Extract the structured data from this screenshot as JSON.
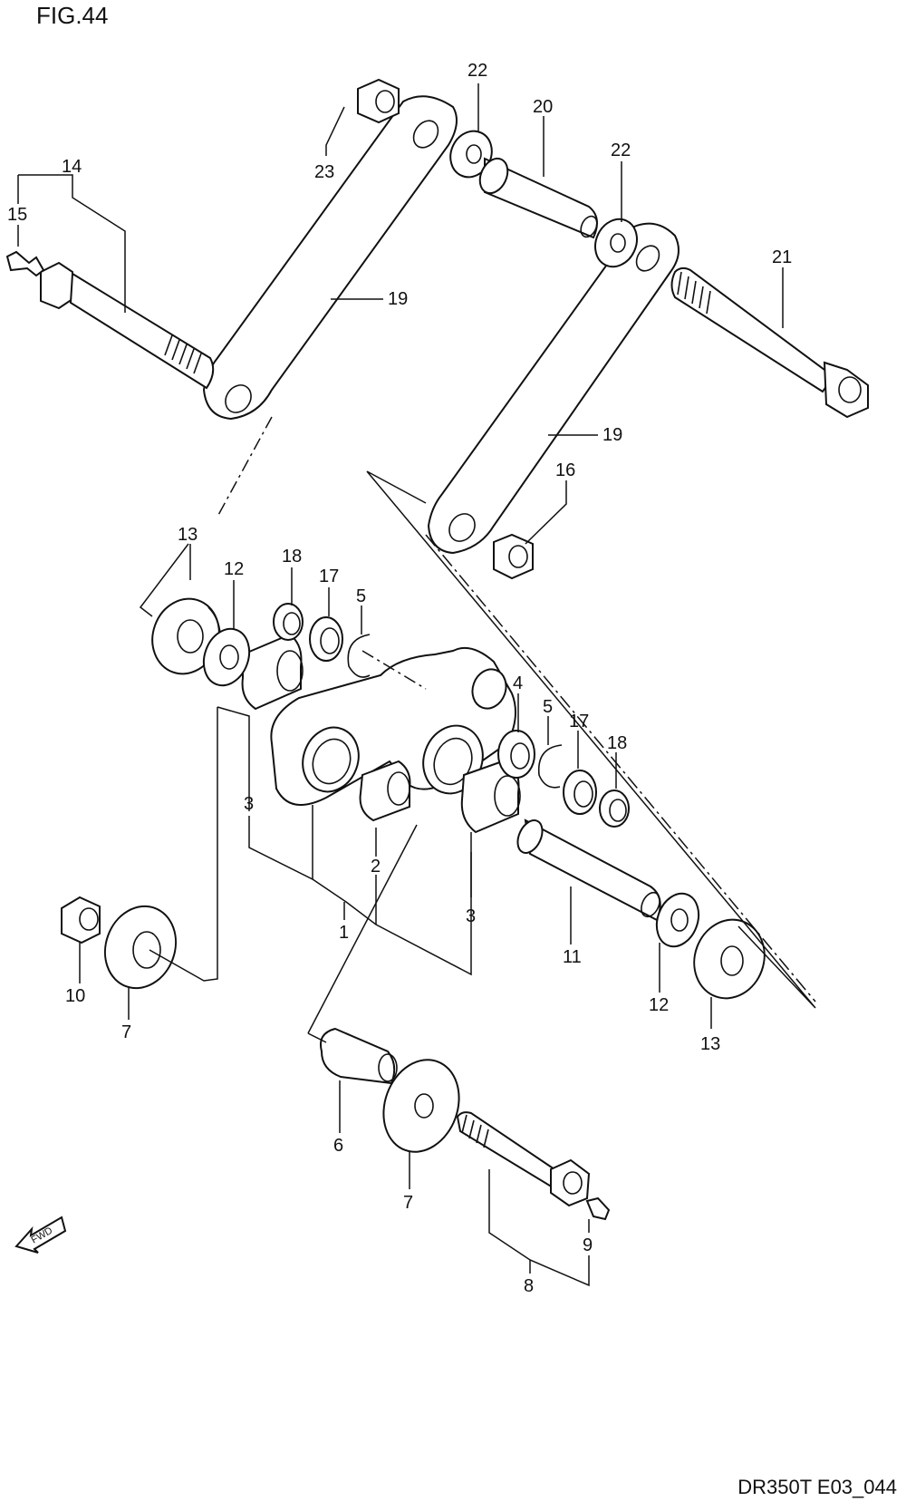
{
  "figure": {
    "title": "FIG.44",
    "code": "DR350T E03_044"
  },
  "fwd_label": "FWD",
  "labels": {
    "p1": "1",
    "p2": "2",
    "p3a": "3",
    "p3b": "3",
    "p4": "4",
    "p5a": "5",
    "p5b": "5",
    "p6": "6",
    "p7a": "7",
    "p7b": "7",
    "p8": "8",
    "p9": "9",
    "p10": "10",
    "p11": "11",
    "p12a": "12",
    "p12b": "12",
    "p13a": "13",
    "p13b": "13",
    "p14": "14",
    "p15": "15",
    "p16": "16",
    "p17a": "17",
    "p17b": "17",
    "p18a": "18",
    "p18b": "18",
    "p19a": "19",
    "p19b": "19",
    "p20": "20",
    "p21": "21",
    "p22a": "22",
    "p22b": "22",
    "p23": "23"
  }
}
